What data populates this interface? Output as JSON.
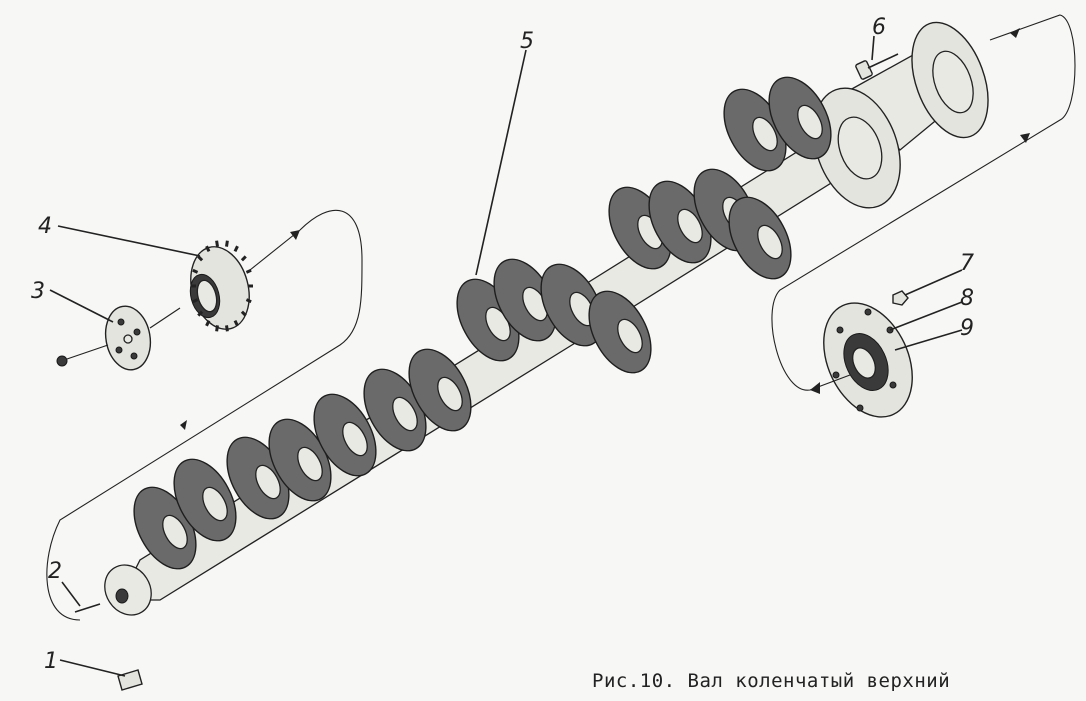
{
  "caption": "Рис.10. Вал коленчатый верхний",
  "parts": [
    {
      "id": "1",
      "label": "1",
      "name": "key-part"
    },
    {
      "id": "2",
      "label": "2",
      "name": "pin-part"
    },
    {
      "id": "3",
      "label": "3",
      "name": "washer-plate-part"
    },
    {
      "id": "4",
      "label": "4",
      "name": "gear-part"
    },
    {
      "id": "5",
      "label": "5",
      "name": "crankshaft-part"
    },
    {
      "id": "6",
      "label": "6",
      "name": "bolt-part"
    },
    {
      "id": "7",
      "label": "7",
      "name": "nut-part"
    },
    {
      "id": "8",
      "label": "8",
      "name": "flange-part"
    },
    {
      "id": "9",
      "label": "9",
      "name": "bushing-part"
    }
  ]
}
